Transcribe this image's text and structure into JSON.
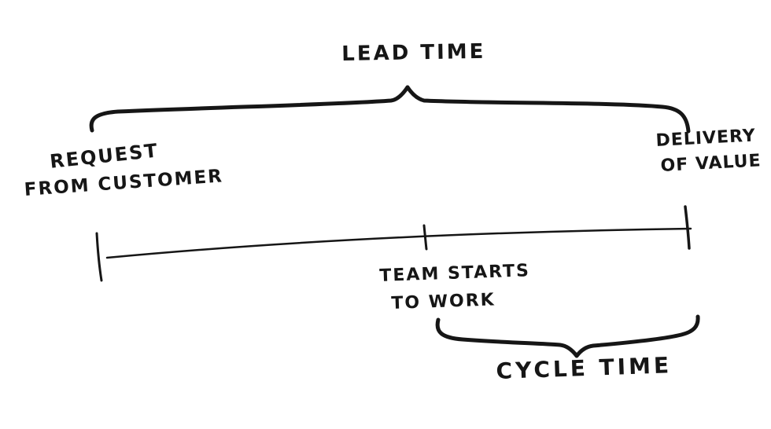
{
  "diagram": {
    "title": "LEAD TIME",
    "lead_time_label": "LEAD TIME",
    "request_label_line1": "REQUEST",
    "request_label_line2": "FROM CUSTOMER",
    "delivery_label_line1": "DELIVERY",
    "delivery_label_line2": "OF VALUE",
    "team_starts_label_line1": "TEAM STARTS",
    "team_starts_label_line2": "TO WORK",
    "cycle_time_label": "CYCLE TIME",
    "ink_color": "#161616",
    "background_color": "#ffffff"
  }
}
